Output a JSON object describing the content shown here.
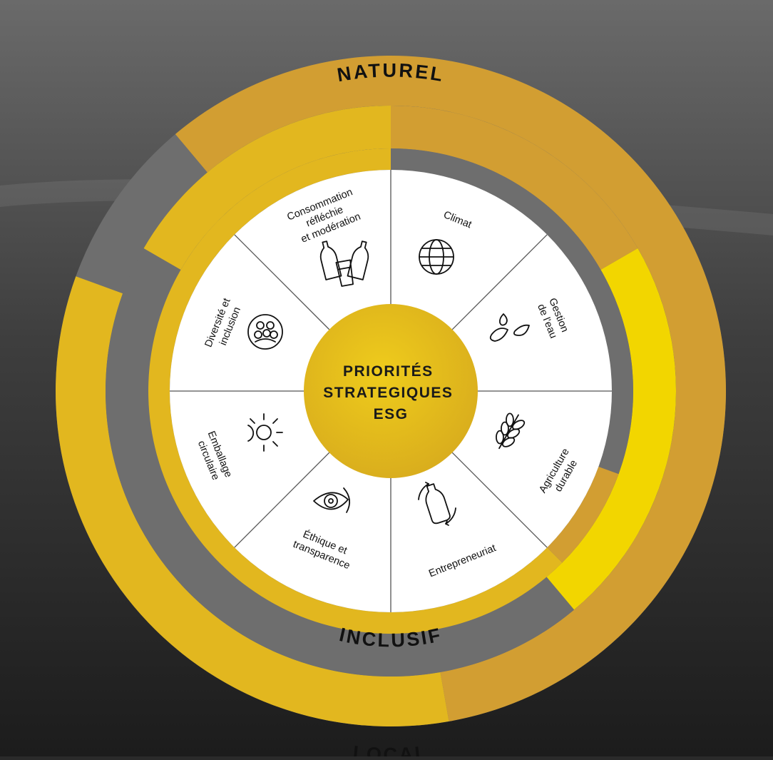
{
  "center": {
    "lines": [
      "PRIORITÉS",
      "STRATEGIQUES",
      "ESG"
    ]
  },
  "rings": {
    "naturel": "NATUREL",
    "inclusif": "INCLUSIF",
    "local": "LOCAL"
  },
  "segments": [
    {
      "id": "climat",
      "icon": "globe-icon",
      "lines": [
        "Climat"
      ]
    },
    {
      "id": "gestion-eau",
      "icon": "water-drops-icon",
      "lines": [
        "Gestion",
        "de l'eau"
      ]
    },
    {
      "id": "agriculture",
      "icon": "wheat-icon",
      "lines": [
        "Agriculture",
        "durable"
      ]
    },
    {
      "id": "entrepreneuriat",
      "icon": "bottle-cycle-icon",
      "lines": [
        "Entrepreneuriat"
      ]
    },
    {
      "id": "ethique",
      "icon": "eye-icon",
      "lines": [
        "Éthique et",
        "transparence"
      ]
    },
    {
      "id": "emballage",
      "icon": "sun-icon",
      "lines": [
        "Emballage",
        "circulaire"
      ]
    },
    {
      "id": "diversite",
      "icon": "people-circle-icon",
      "lines": [
        "Diversité et",
        "inclusion"
      ]
    },
    {
      "id": "consommation",
      "icon": "bottles-glass-icon",
      "lines": [
        "Consommation",
        "réfléchie",
        "et modération"
      ]
    }
  ],
  "colors": {
    "background": "#2a2a2a",
    "gold": "#e2b71f",
    "gold_dark": "#d29e32",
    "yellow": "#f2d600",
    "grey_ring": "#6e6e6e",
    "white": "#ffffff",
    "ink": "#111111"
  }
}
